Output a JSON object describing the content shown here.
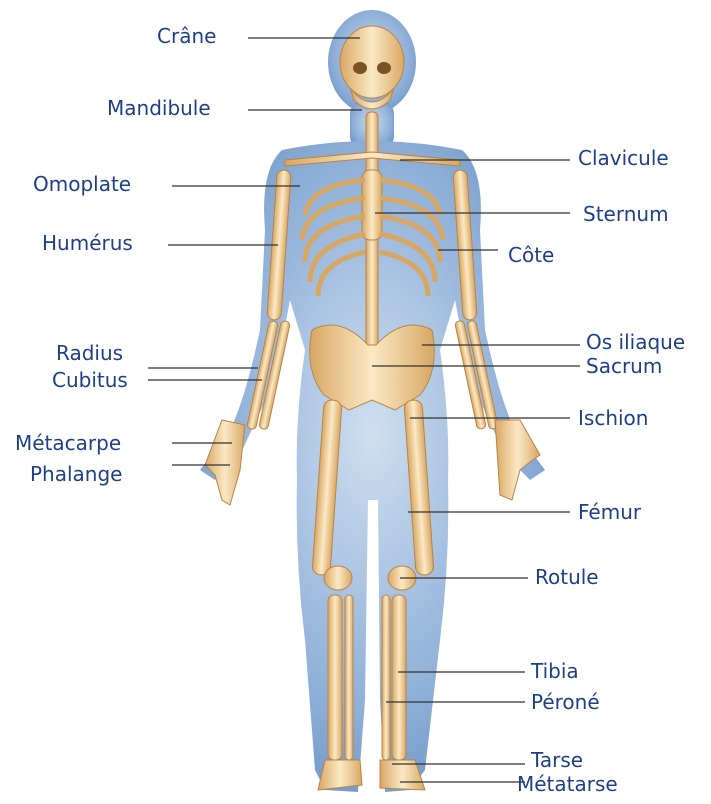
{
  "labels": {
    "crane": "Crâne",
    "mandibule": "Mandibule",
    "omoplate": "Omoplate",
    "humerus": "Humérus",
    "radius": "Radius",
    "cubitus": "Cubitus",
    "metacarpe": "Métacarpe",
    "phalange": "Phalange",
    "clavicule": "Clavicule",
    "sternum": "Sternum",
    "cote": "Côte",
    "os_iliaque": "Os iliaque",
    "sacrum": "Sacrum",
    "ischion": "Ischion",
    "femur": "Fémur",
    "rotule": "Rotule",
    "tibia": "Tibia",
    "perone": "Péroné",
    "tarse": "Tarse",
    "metatarse": "Métatarse"
  },
  "colors": {
    "label_text": "#1f3f86",
    "leader_line": "#333333",
    "body_fill": "#6f96c8",
    "bone_fill": "#f3d9a6",
    "bone_shadow": "#c99a55"
  }
}
